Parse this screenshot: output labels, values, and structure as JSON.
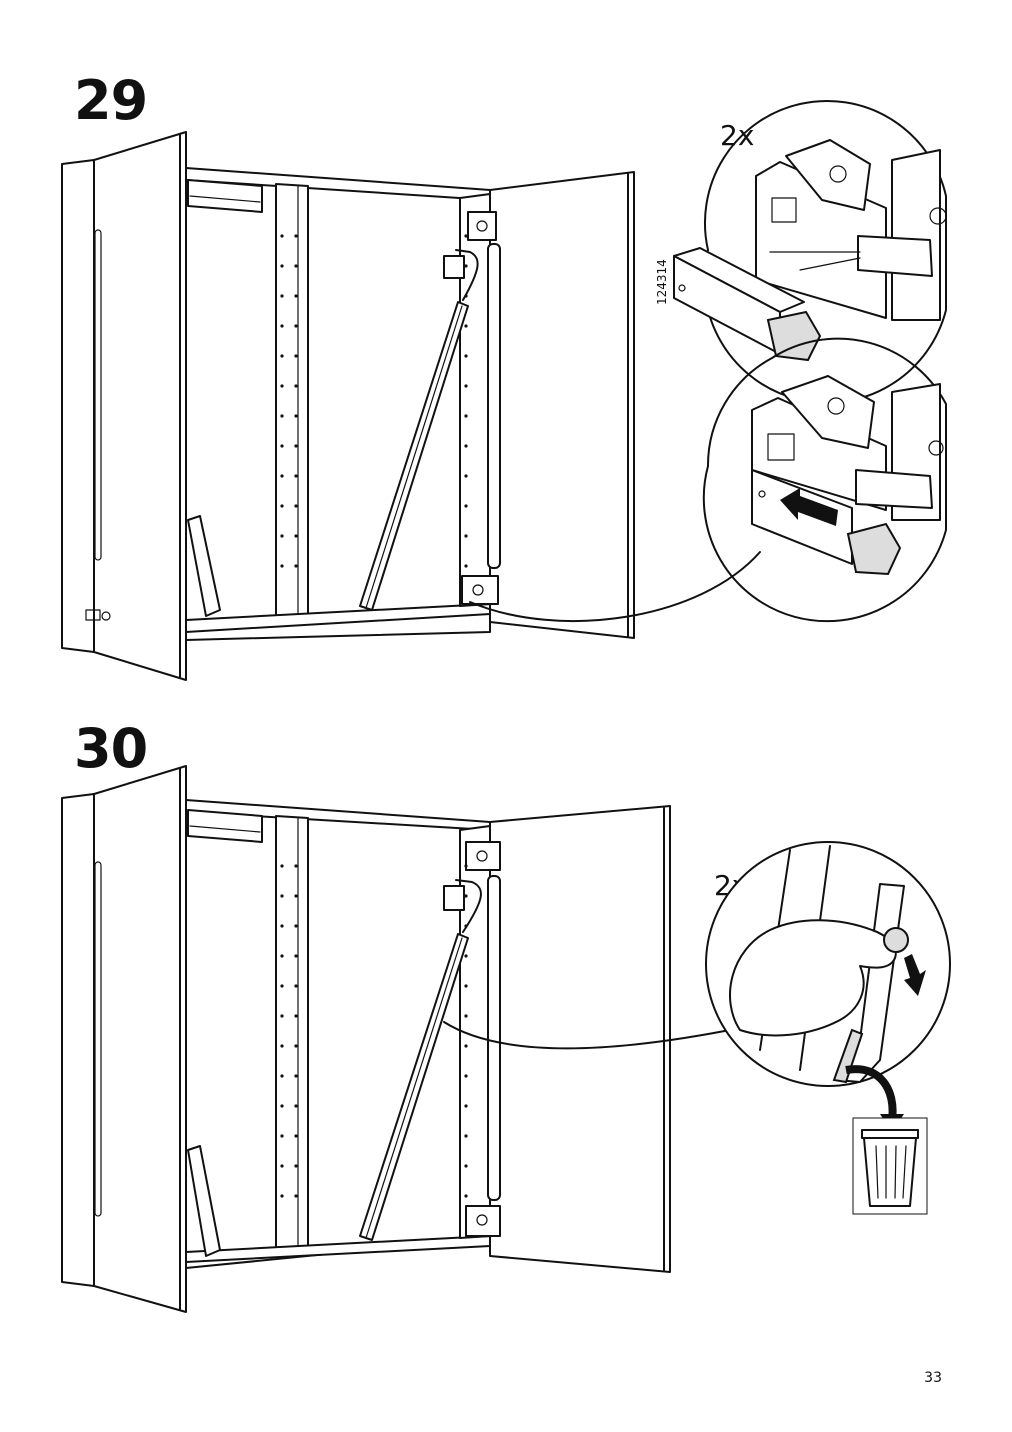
{
  "steps": [
    {
      "number": "29",
      "quantity": "2x",
      "part_number": "124314"
    },
    {
      "number": "30",
      "quantity": "2x"
    }
  ],
  "page": {
    "number": "33"
  },
  "icons": {
    "step29": [
      "cabinet-illustration",
      "hinge-detail-icon",
      "push-opener-icon",
      "arrow-left-icon"
    ],
    "step30": [
      "cabinet-illustration",
      "peel-film-hand-icon",
      "arrow-down-icon",
      "trash-bin-icon"
    ]
  }
}
